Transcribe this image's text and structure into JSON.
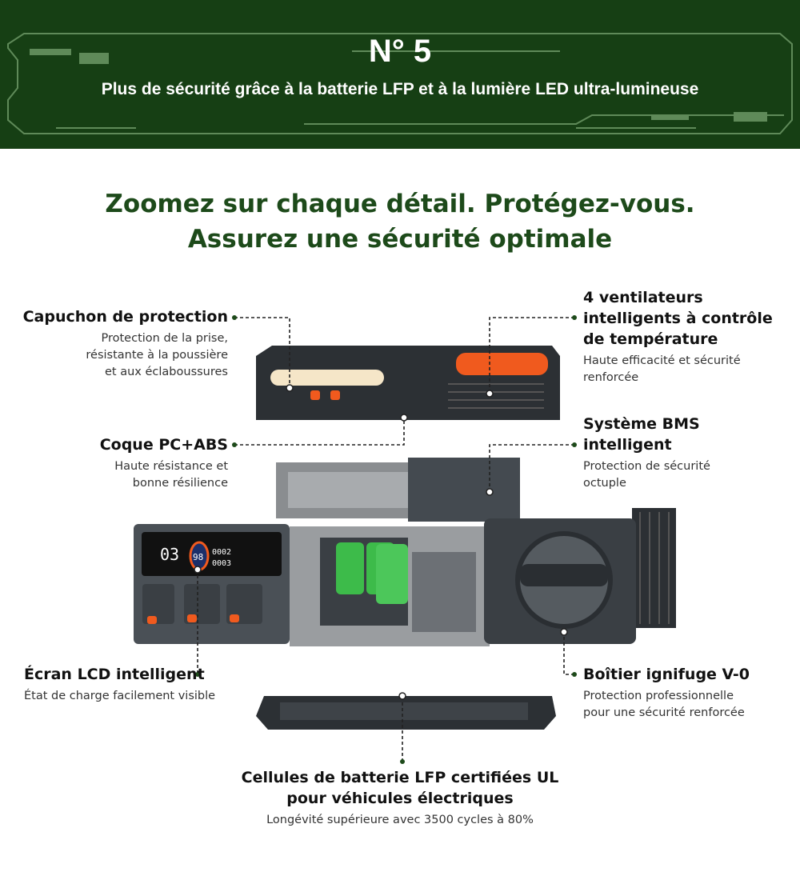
{
  "banner": {
    "number": "N° 5",
    "subtitle": "Plus de sécurité grâce à la batterie LFP et à la lumière LED ultra-lumineuse"
  },
  "headline": {
    "line1": "Zoomez sur chaque détail. Protégez-vous.",
    "line2": "Assurez une sécurité optimale"
  },
  "callouts": {
    "cap": {
      "title": "Capuchon de protection",
      "desc": [
        "Protection de la prise,",
        "résistante à la poussière",
        "et aux éclaboussures"
      ]
    },
    "shell": {
      "title": "Coque PC+ABS",
      "desc": [
        "Haute résistance et",
        "bonne résilience"
      ]
    },
    "lcd": {
      "title": "Écran LCD intelligent",
      "desc": [
        "État de charge facilement visible"
      ]
    },
    "fans": {
      "title": [
        "4 ventilateurs",
        "intelligents à contrôle",
        "de température"
      ],
      "desc": [
        "Haute efficacité et sécurité",
        "renforcée"
      ]
    },
    "bms": {
      "title": [
        "Système BMS",
        "intelligent"
      ],
      "desc": [
        "Protection de sécurité",
        "octuple"
      ]
    },
    "case": {
      "title": "Boîtier ignifuge V-0",
      "desc": [
        "Protection professionnelle",
        "pour une sécurité renforcée"
      ]
    },
    "cells": {
      "title": [
        "Cellules de batterie LFP certifiées UL",
        "pour véhicules électriques"
      ],
      "desc": "Longévité supérieure avec 3500 cycles à 80%"
    }
  },
  "display": {
    "left": "03",
    "battery": "98",
    "right1": "0002",
    "right2": "0003"
  },
  "colors": {
    "banner": "#163f14",
    "headline": "#1d4a1a",
    "accent_orange": "#f05a1e",
    "cell_green": "#3dbb4a",
    "device": "#3a3f44"
  }
}
